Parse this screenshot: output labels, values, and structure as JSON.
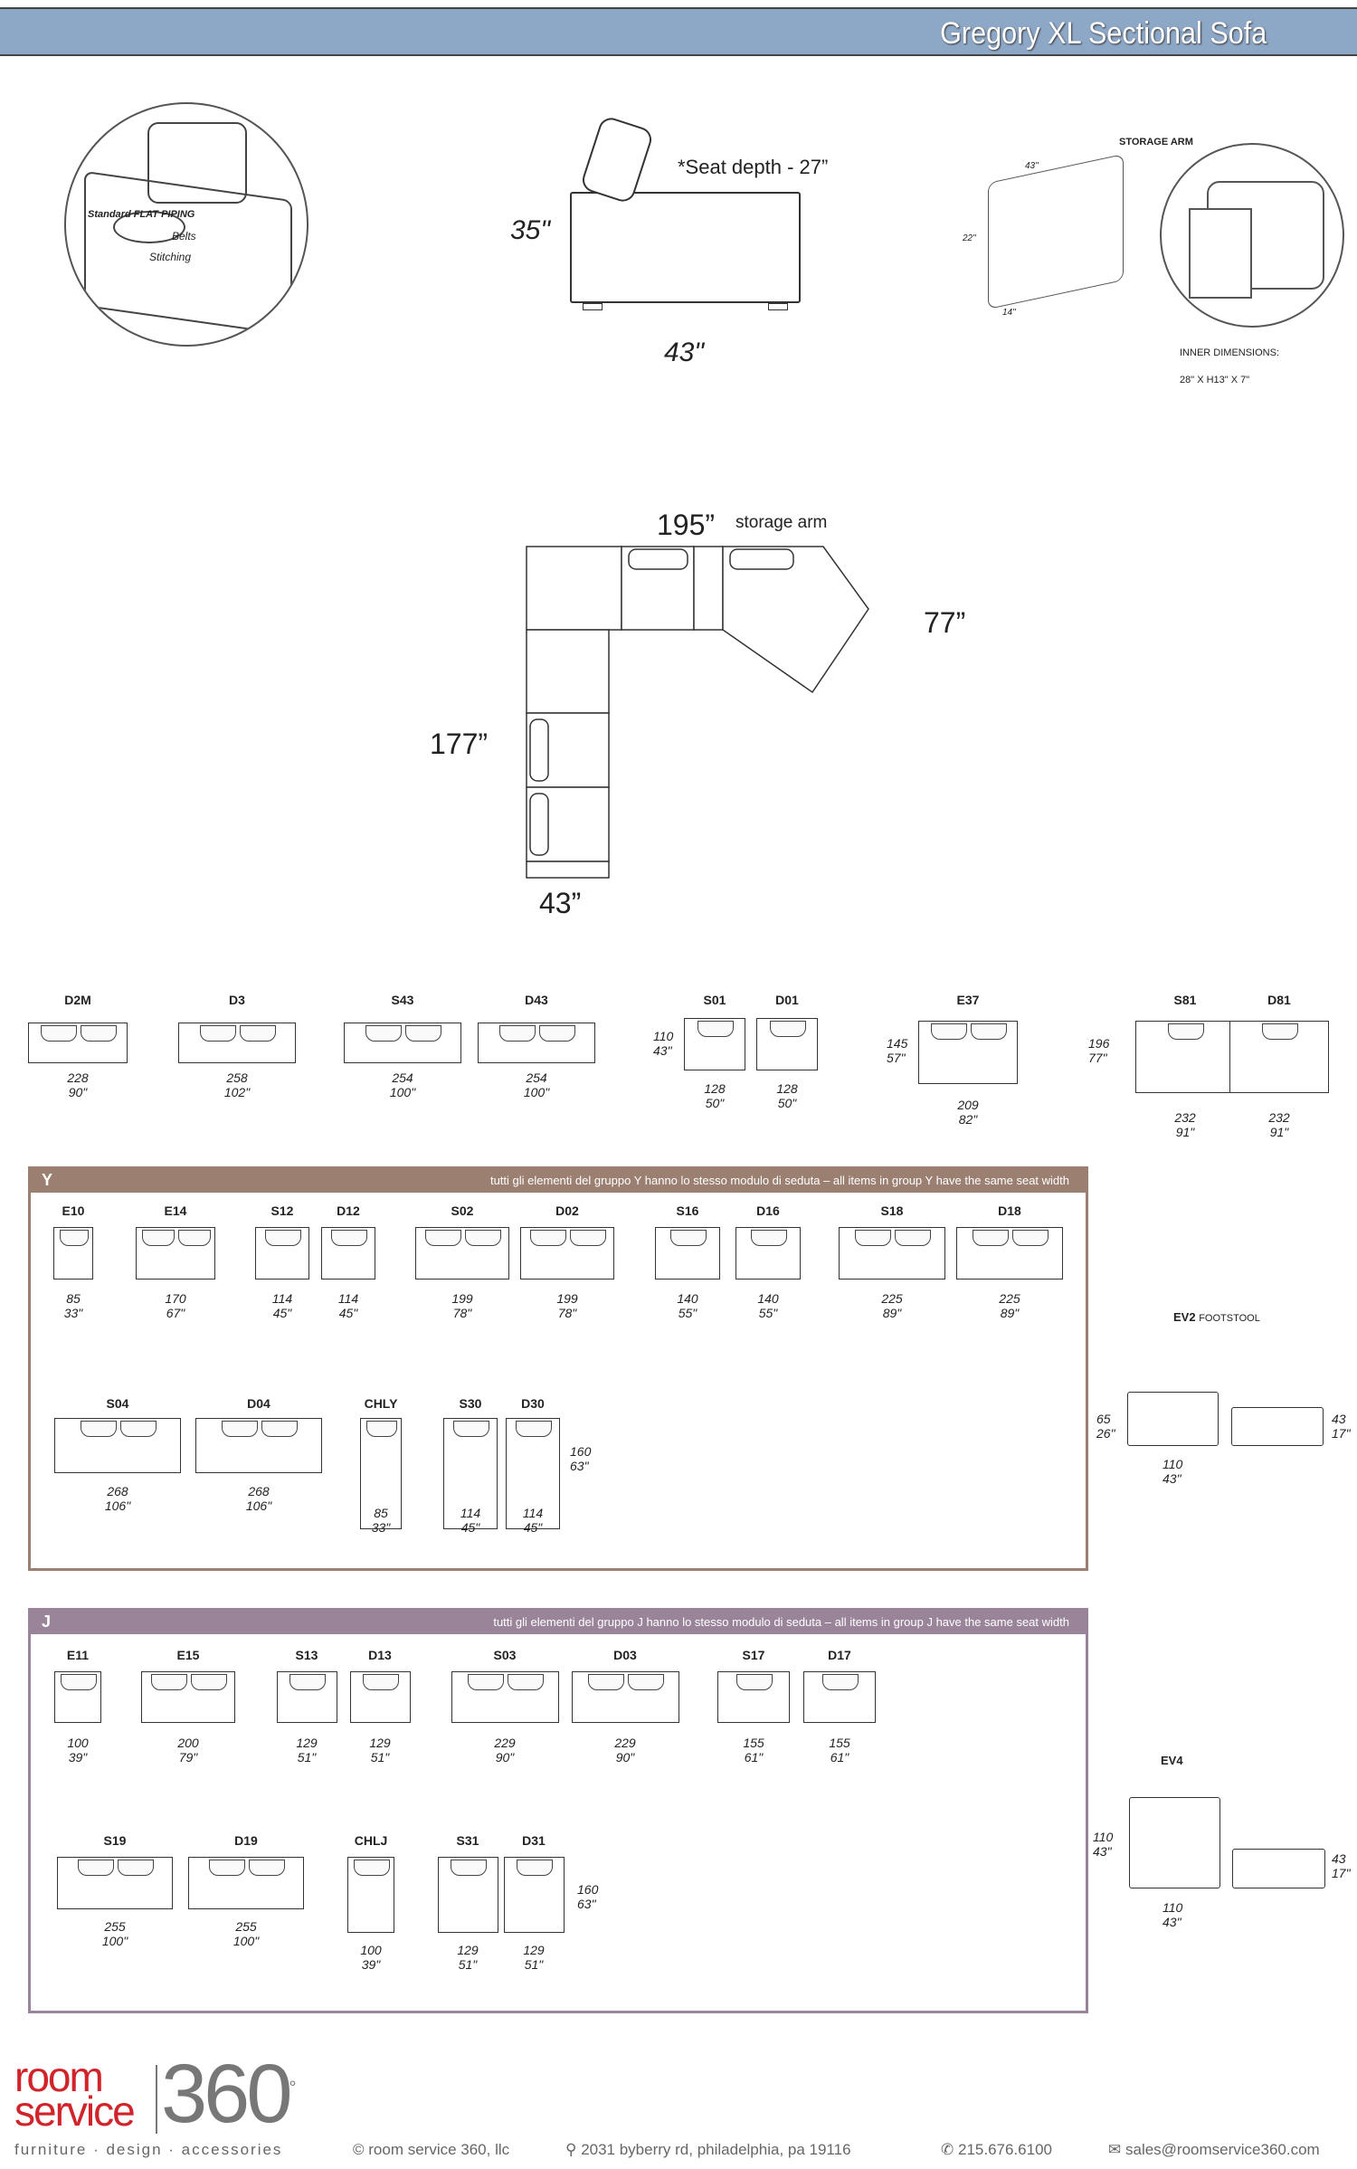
{
  "header": {
    "title": "Gregory XL Sectional Sofa"
  },
  "detail_callouts": {
    "piping": "Standard FLAT PIPING",
    "belts": "Belts",
    "stitching": "Stitching"
  },
  "side_view": {
    "height": "35\"",
    "depth": "43\"",
    "seat_depth": "*Seat depth - 27”"
  },
  "storage_arm": {
    "title": "STORAGE ARM",
    "dim_w": "43\"",
    "dim_h": "22\"",
    "dim_d": "14\"",
    "inner_label": "INNER  DIMENSIONS:",
    "inner_value": "28\" X H13\" X 7\""
  },
  "plan": {
    "top": "195”",
    "storage": "storage arm",
    "right": "77”",
    "left": "177”",
    "bottom": "43”"
  },
  "modules_top": [
    {
      "name": "D2M",
      "dims": "228\n90\""
    },
    {
      "name": "D3",
      "dims": "258\n102\""
    },
    {
      "name": "S43",
      "dims": "254\n100\""
    },
    {
      "name": "D43",
      "dims": "254\n100\""
    },
    {
      "name": "S01",
      "dims": "128\n50\""
    },
    {
      "name": "D01",
      "dims": "128\n50\""
    },
    {
      "name": "E37",
      "dims": "209\n82\""
    },
    {
      "name": "S81",
      "dims": "232\n91\""
    },
    {
      "name": "D81",
      "dims": "232\n91\""
    }
  ],
  "modules_top_side": {
    "s01": "110\n43\"",
    "e37": "145\n57\"",
    "s81": "196\n77\""
  },
  "group_y": {
    "letter": "Y",
    "note": "tutti gli elementi del gruppo Y hanno lo stesso modulo di seduta  –  all items in group Y have the same seat width",
    "modules": [
      {
        "name": "E10",
        "dims": "85\n33\""
      },
      {
        "name": "E14",
        "dims": "170\n67\""
      },
      {
        "name": "S12",
        "dims": "114\n45\""
      },
      {
        "name": "D12",
        "dims": "114\n45\""
      },
      {
        "name": "S02",
        "dims": "199\n78\""
      },
      {
        "name": "D02",
        "dims": "199\n78\""
      },
      {
        "name": "S16",
        "dims": "140\n55\""
      },
      {
        "name": "D16",
        "dims": "140\n55\""
      },
      {
        "name": "S18",
        "dims": "225\n89\""
      },
      {
        "name": "D18",
        "dims": "225\n89\""
      },
      {
        "name": "S04",
        "dims": "268\n106\""
      },
      {
        "name": "D04",
        "dims": "268\n106\""
      },
      {
        "name": "CHLY",
        "dims": "85\n33\""
      },
      {
        "name": "S30",
        "dims": "114\n45\""
      },
      {
        "name": "D30",
        "dims": "114\n45\""
      }
    ],
    "chaise_depth": "160\n63\""
  },
  "ev2": {
    "name": "EV2",
    "suffix": "FOOTSTOOL",
    "depth": "65\n26\"",
    "height": "43\n17\"",
    "width": "110\n43\""
  },
  "group_j": {
    "letter": "J",
    "note": "tutti gli elementi del gruppo J hanno lo stesso modulo di seduta  –  all items in group J have the same seat width",
    "modules": [
      {
        "name": "E11",
        "dims": "100\n39\""
      },
      {
        "name": "E15",
        "dims": "200\n79\""
      },
      {
        "name": "S13",
        "dims": "129\n51\""
      },
      {
        "name": "D13",
        "dims": "129\n51\""
      },
      {
        "name": "S03",
        "dims": "229\n90\""
      },
      {
        "name": "D03",
        "dims": "229\n90\""
      },
      {
        "name": "S17",
        "dims": "155\n61\""
      },
      {
        "name": "D17",
        "dims": "155\n61\""
      },
      {
        "name": "S19",
        "dims": "255\n100\""
      },
      {
        "name": "D19",
        "dims": "255\n100\""
      },
      {
        "name": "CHLJ",
        "dims": "100\n39\""
      },
      {
        "name": "S31",
        "dims": "129\n51\""
      },
      {
        "name": "D31",
        "dims": "129\n51\""
      }
    ],
    "chaise_depth": "160\n63\""
  },
  "ev4": {
    "name": "EV4",
    "depth": "110\n43\"",
    "height": "43\n17\"",
    "width": "110\n43\""
  },
  "footer": {
    "logo_room": "room",
    "logo_service": "service",
    "logo_360": "360",
    "tagline": "furniture  ·  design  ·  accessories",
    "copyright": "© room service 360, llc",
    "address": "2031 byberry rd, philadelphia, pa 19116",
    "phone": "215.676.6100",
    "email": "sales@roomservice360.com"
  },
  "colors": {
    "header": "#8da7c6",
    "group_y": "#9b7f71",
    "group_j": "#9a8499",
    "logo_red": "#d0232a",
    "logo_gray": "#777777"
  }
}
